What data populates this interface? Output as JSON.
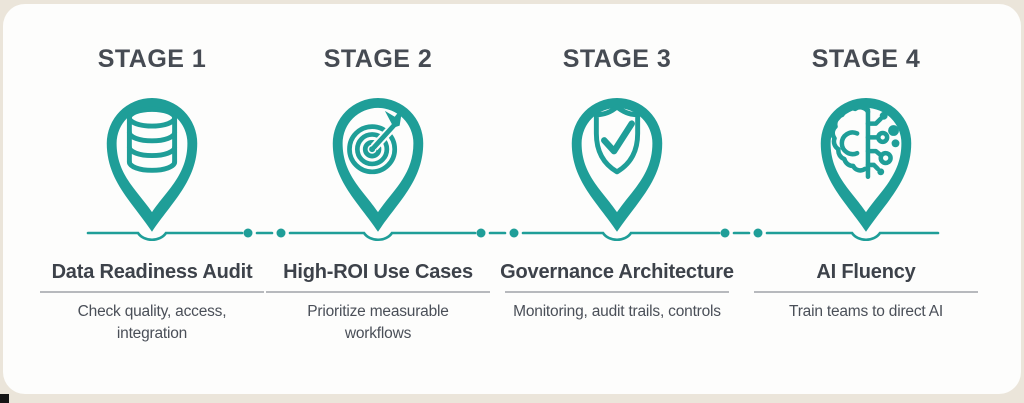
{
  "colors": {
    "teal": "#1f9e98",
    "stage_label": "#464b53",
    "title": "#3d424a",
    "subtitle": "#4a4f58",
    "divider": "#b7b9bd",
    "card_bg": "#fdfdfc",
    "page_bg": "#ebe5da"
  },
  "timeline": {
    "style": "horizontal line with notch under each pin and paired dots between stages"
  },
  "stages": [
    {
      "label": "STAGE 1",
      "icon": "database-icon",
      "title": "Data Readiness Audit",
      "description": "Check quality, access,\nintegration"
    },
    {
      "label": "STAGE 2",
      "icon": "target-dart-icon",
      "title": "High-ROI Use Cases",
      "description": "Prioritize measurable\nworkflows"
    },
    {
      "label": "STAGE 3",
      "icon": "shield-check-icon",
      "title": "Governance Architecture",
      "description": "Monitoring, audit trails, controls"
    },
    {
      "label": "STAGE 4",
      "icon": "brain-circuit-icon",
      "title": "AI Fluency",
      "description": "Train teams to direct AI"
    }
  ]
}
